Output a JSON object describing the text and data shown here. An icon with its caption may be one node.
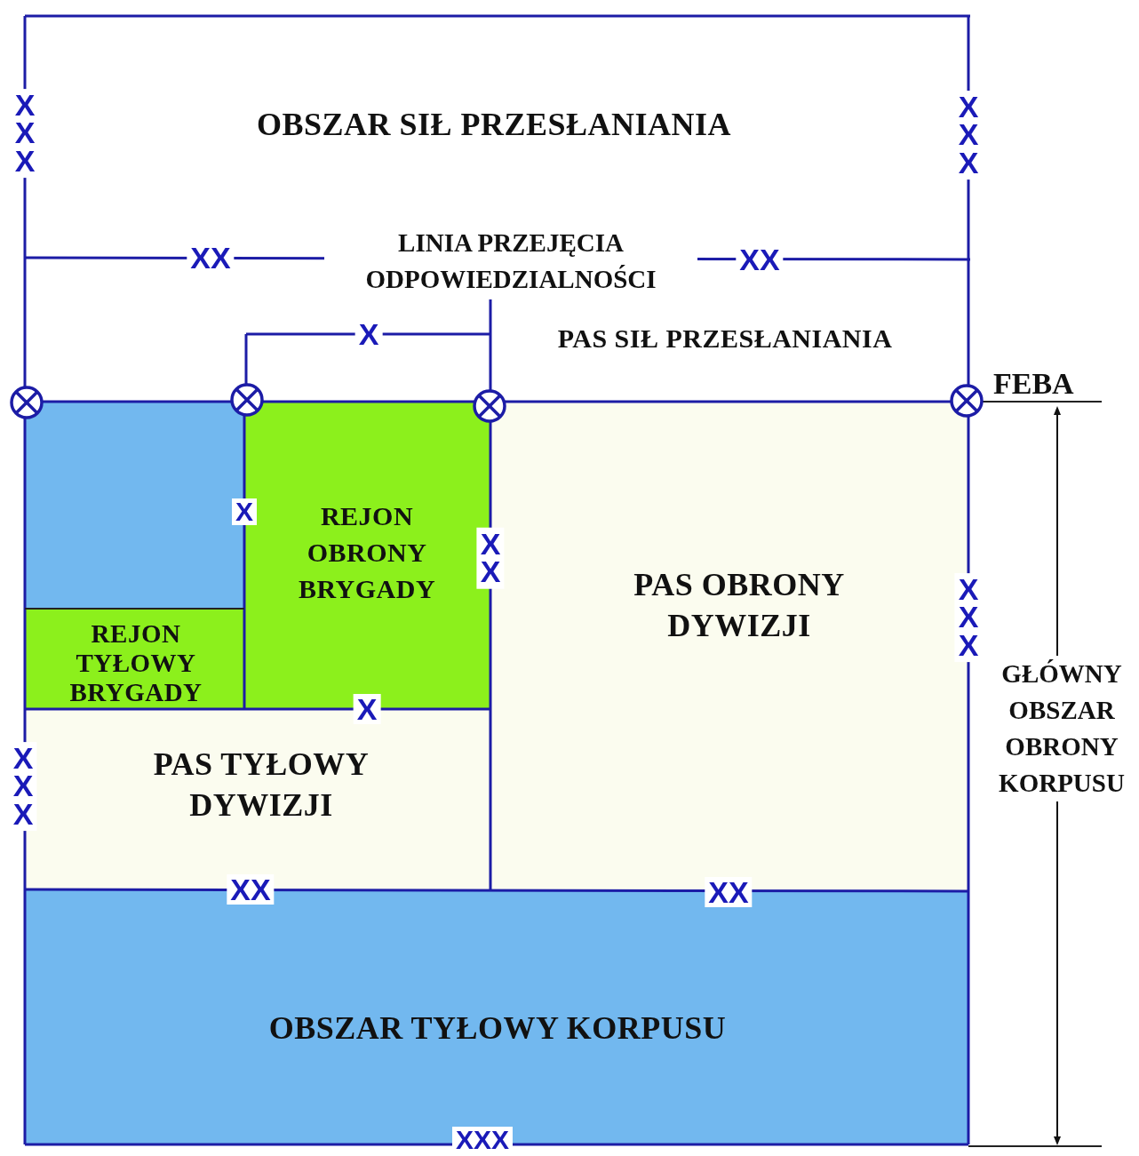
{
  "diagram": {
    "nodes": [
      {
        "text": [
          "OBSZAR SIŁ PRZESŁANIANIA"
        ]
      },
      {
        "text": [
          "PAS SIŁ PRZESŁANIANIA"
        ]
      },
      {
        "text": [],
        "shape": "box"
      },
      {
        "text": [
          "REJON OBRONY BRYGADY"
        ]
      },
      {
        "text": [
          "REJON TYŁOWY BRYGADY"
        ]
      },
      {
        "text": [
          "PAS OBRONY DYWIZJI"
        ]
      },
      {
        "text": [
          "PAS TYŁOWY DYWIZJI"
        ]
      },
      {
        "text": [
          "OBSZAR TYŁOWY KORPUSU"
        ]
      }
    ],
    "labels": [
      "XXX",
      "XXX",
      "XX",
      "LINIA PRZEJĘCIA ODPOWIEDZIALNOŚCI",
      "XX",
      "X",
      "FEBA",
      "X",
      "XX",
      "XXX",
      "X",
      "XXX",
      "XX",
      "XX",
      "GŁÓWNY OBSZAR OBRONY KORPUSU",
      "XXX"
    ]
  }
}
